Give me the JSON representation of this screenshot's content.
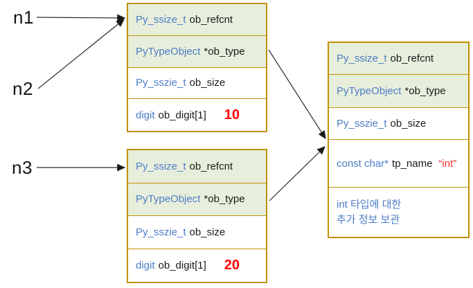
{
  "pointers": {
    "n1": "n1",
    "n2": "n2",
    "n3": "n3"
  },
  "colors": {
    "row_highlight_green": "#e7efdc",
    "table_border_gold": "#bf9000",
    "type_text_blue": "#4d7cc7",
    "value_red": "#ff0000",
    "label_black": "#1a1a1a"
  },
  "tables": {
    "int_object_a": {
      "rows": [
        {
          "type": "Py_ssize_t",
          "name": "ob_refcnt"
        },
        {
          "type": "PyTypeObject",
          "name": "*ob_type"
        },
        {
          "type": "Py_sszie_t",
          "name": "ob_size"
        },
        {
          "type": "digit",
          "name": "ob_digit[1]",
          "value": "10"
        }
      ]
    },
    "int_object_b": {
      "rows": [
        {
          "type": "Py_ssize_t",
          "name": "ob_refcnt"
        },
        {
          "type": "PyTypeObject",
          "name": "*ob_type"
        },
        {
          "type": "Py_sszie_t",
          "name": "ob_size"
        },
        {
          "type": "digit",
          "name": "ob_digit[1]",
          "value": "20"
        }
      ]
    },
    "type_object": {
      "rows": [
        {
          "type": "Py_ssize_t",
          "name": "ob_refcnt"
        },
        {
          "type": "PyTypeObject",
          "name": "*ob_type"
        },
        {
          "type": "Py_sszie_t",
          "name": "ob_size"
        },
        {
          "type": "const char*",
          "name": "tp_name",
          "value": "“int”"
        }
      ],
      "note": {
        "line1": "int 타입에 대한",
        "line2": "추가 정보 보관"
      }
    }
  }
}
